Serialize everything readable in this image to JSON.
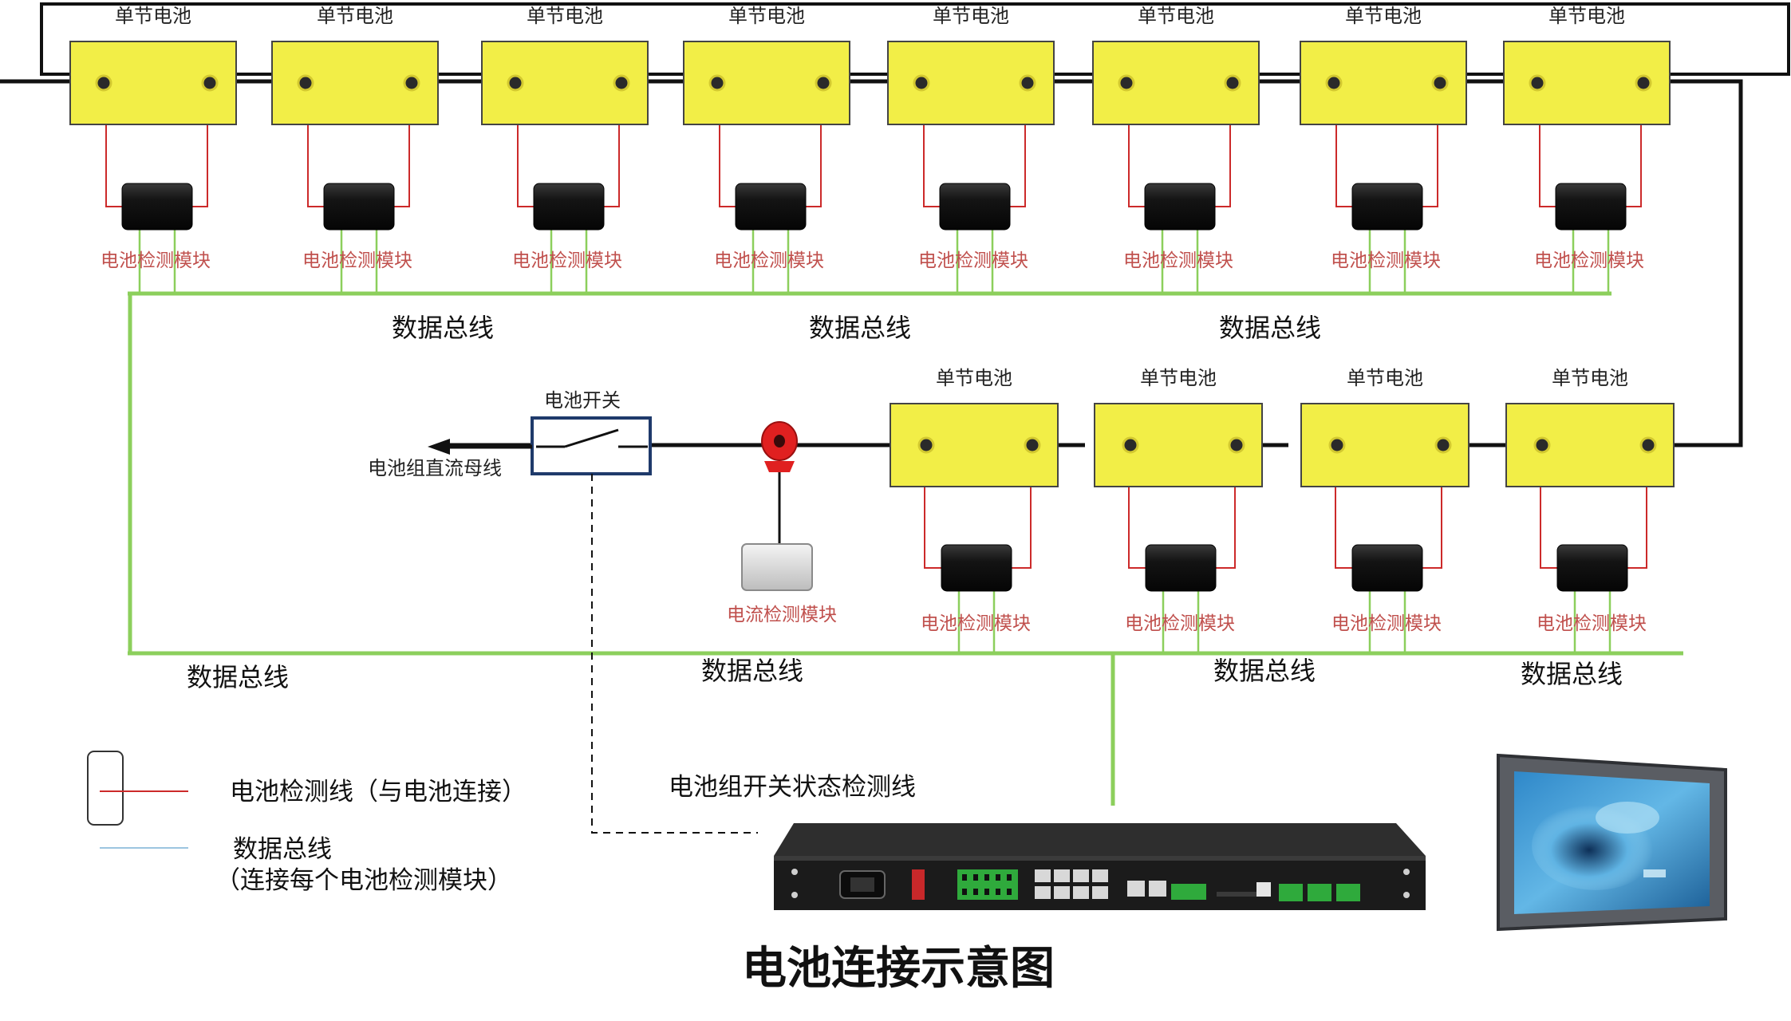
{
  "title": "电池连接示意图",
  "labels": {
    "cell": "单节电池",
    "battery_module": "电池检测模块",
    "current_module": "电流检测模块",
    "data_bus": "数据总线",
    "battery_switch": "电池开关",
    "dc_busbar": "电池组直流母线",
    "switch_status_line": "电池组开关状态检测线"
  },
  "legend": {
    "detection_line": "电池检测线（与电池连接）",
    "data_bus_line1": "数据总线",
    "data_bus_line2": "（连接每个电池检测模块）"
  },
  "rows": {
    "top_cell_count": 8,
    "bottom_cell_count": 4
  },
  "colors": {
    "cell_fill": "#f2ee47",
    "cell_stroke": "#444444",
    "module_fill": "#161616",
    "detection_wire": "#cc2a2a",
    "data_bus": "#8ccf5c",
    "power_bus": "#111111",
    "module_label": "#c0504d",
    "shunt": "#e02020"
  }
}
